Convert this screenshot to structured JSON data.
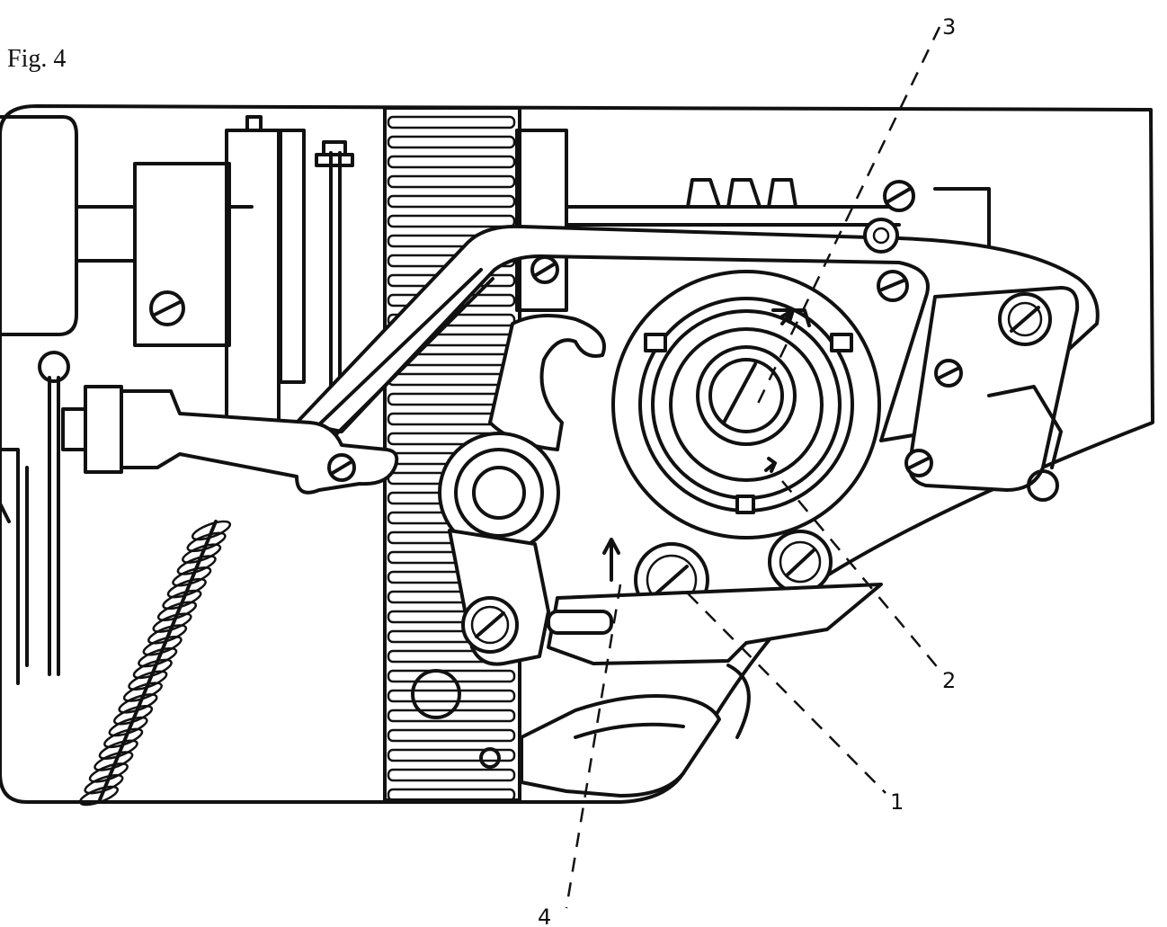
{
  "figure": {
    "title": "Fig. 4"
  },
  "callouts": [
    {
      "id": "1",
      "label": "1"
    },
    {
      "id": "2",
      "label": "2"
    },
    {
      "id": "3",
      "label": "3"
    },
    {
      "id": "4",
      "label": "4"
    }
  ],
  "colors": {
    "ink": "#111111",
    "paper": "#ffffff"
  }
}
